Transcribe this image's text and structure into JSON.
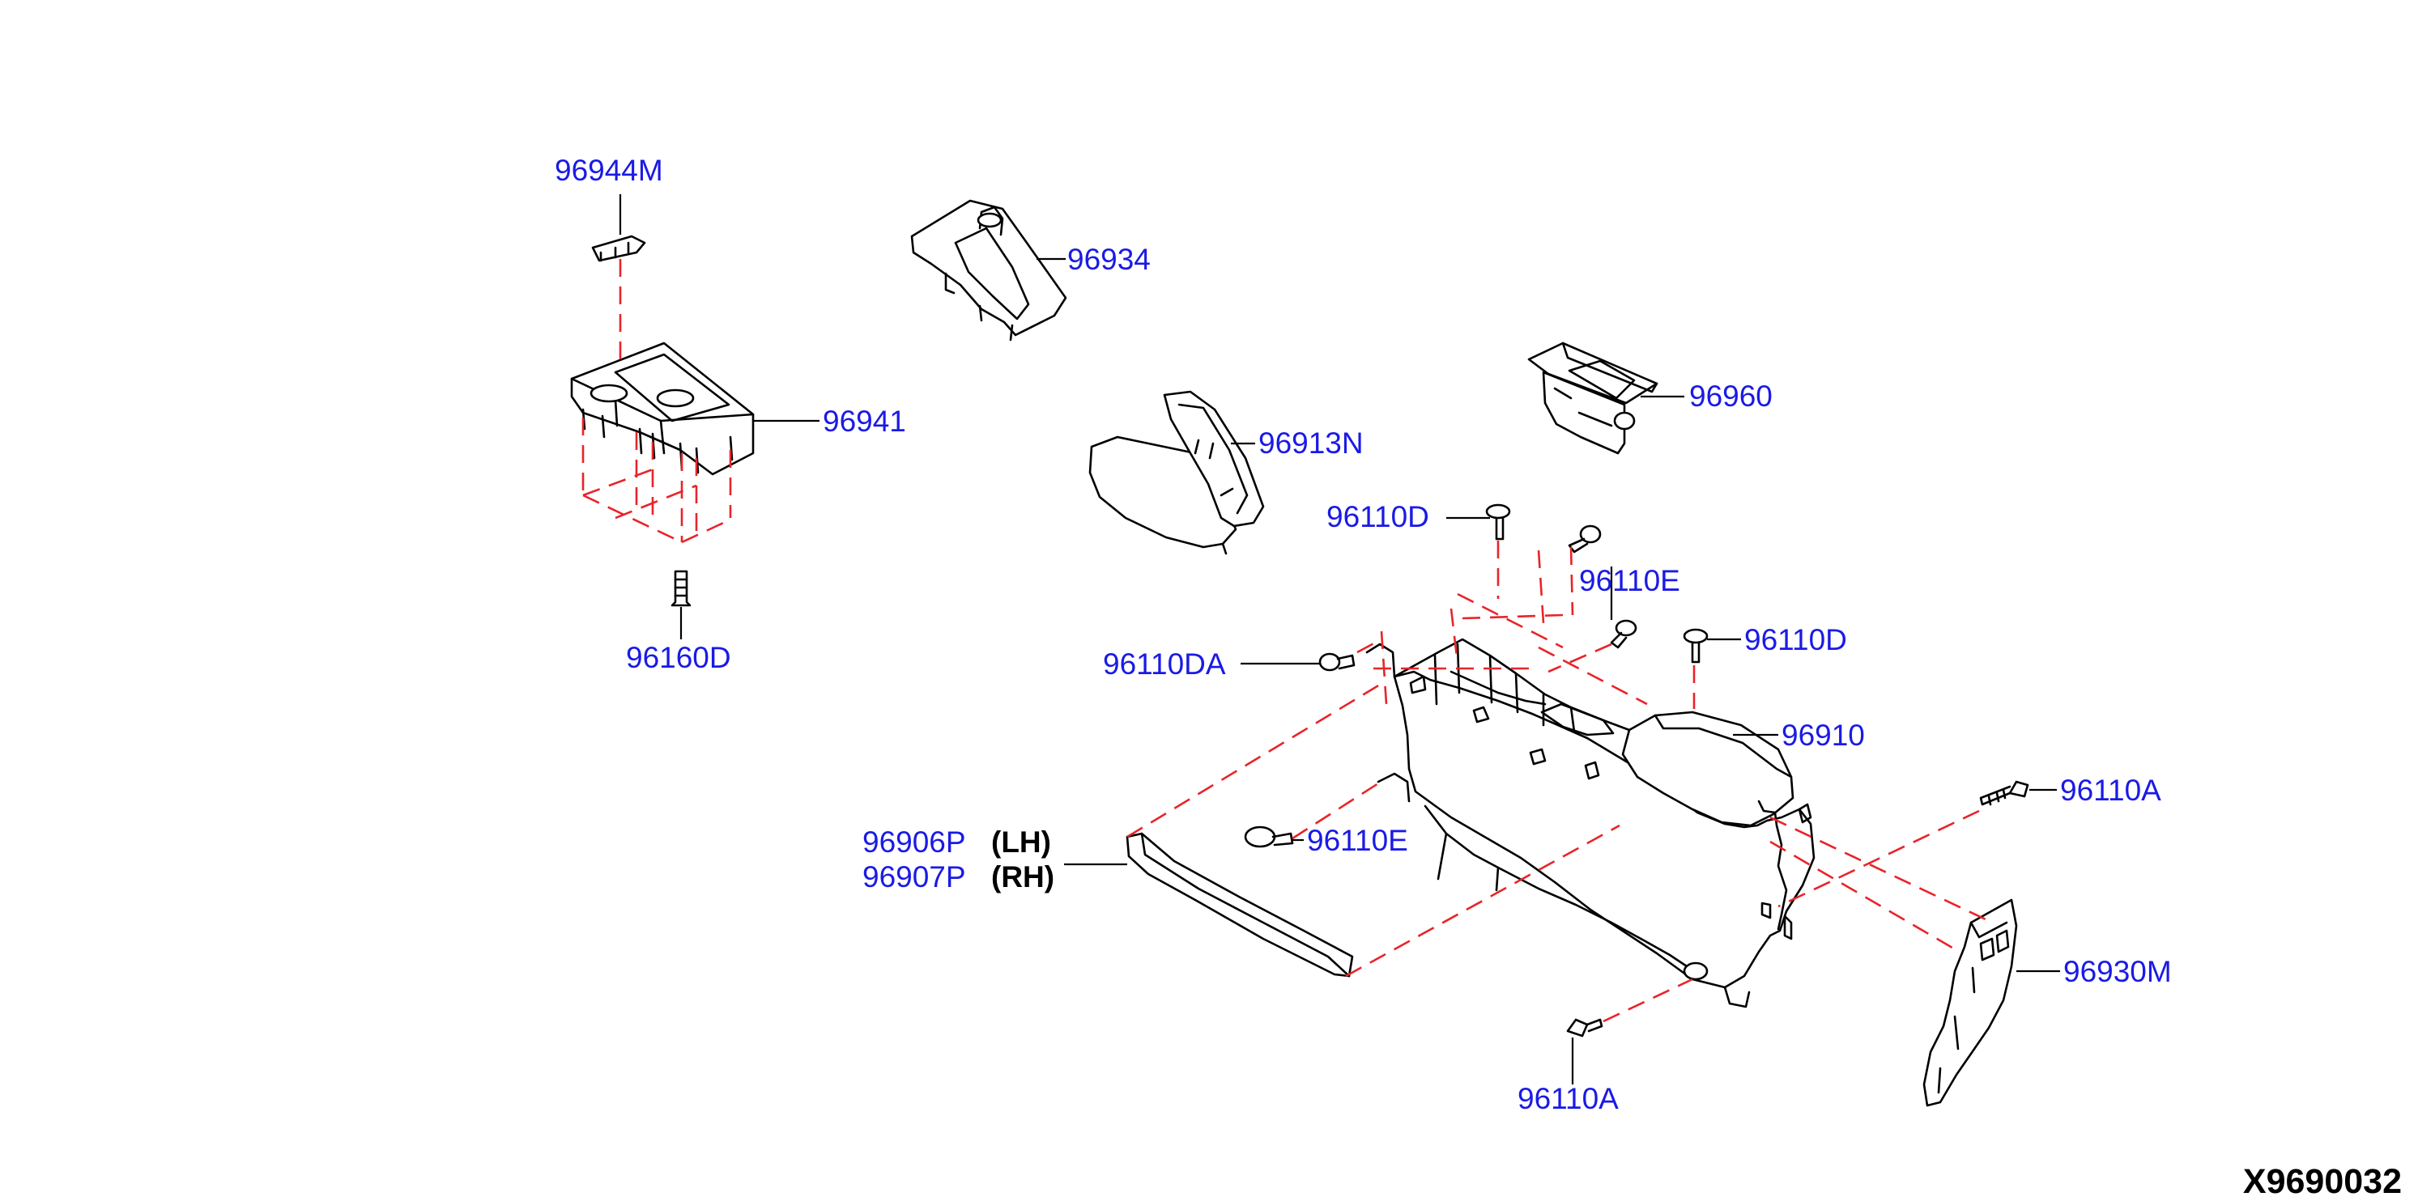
{
  "diagram": {
    "colors": {
      "label": "#1a1ae6",
      "guide": "#e8242a",
      "line": "#000000"
    },
    "parts": [
      {
        "id": "p96944M",
        "number": "96944M"
      },
      {
        "id": "p96934",
        "number": "96934"
      },
      {
        "id": "p96941",
        "number": "96941"
      },
      {
        "id": "p96913N",
        "number": "96913N"
      },
      {
        "id": "p96960",
        "number": "96960"
      },
      {
        "id": "p96110D_a",
        "number": "96110D"
      },
      {
        "id": "p96110E_a",
        "number": "96110E"
      },
      {
        "id": "p96160D",
        "number": "96160D"
      },
      {
        "id": "p96110DA",
        "number": "96110DA"
      },
      {
        "id": "p96110D_b",
        "number": "96110D"
      },
      {
        "id": "p96910",
        "number": "96910"
      },
      {
        "id": "p96110A_a",
        "number": "96110A"
      },
      {
        "id": "p96906P",
        "number": "96906P",
        "side": "(LH)"
      },
      {
        "id": "p96907P",
        "number": "96907P",
        "side": "(RH)"
      },
      {
        "id": "p96110E_b",
        "number": "96110E"
      },
      {
        "id": "p96930M",
        "number": "96930M"
      },
      {
        "id": "p96110A_b",
        "number": "96110A"
      }
    ],
    "drawing_code": "X9690032"
  }
}
